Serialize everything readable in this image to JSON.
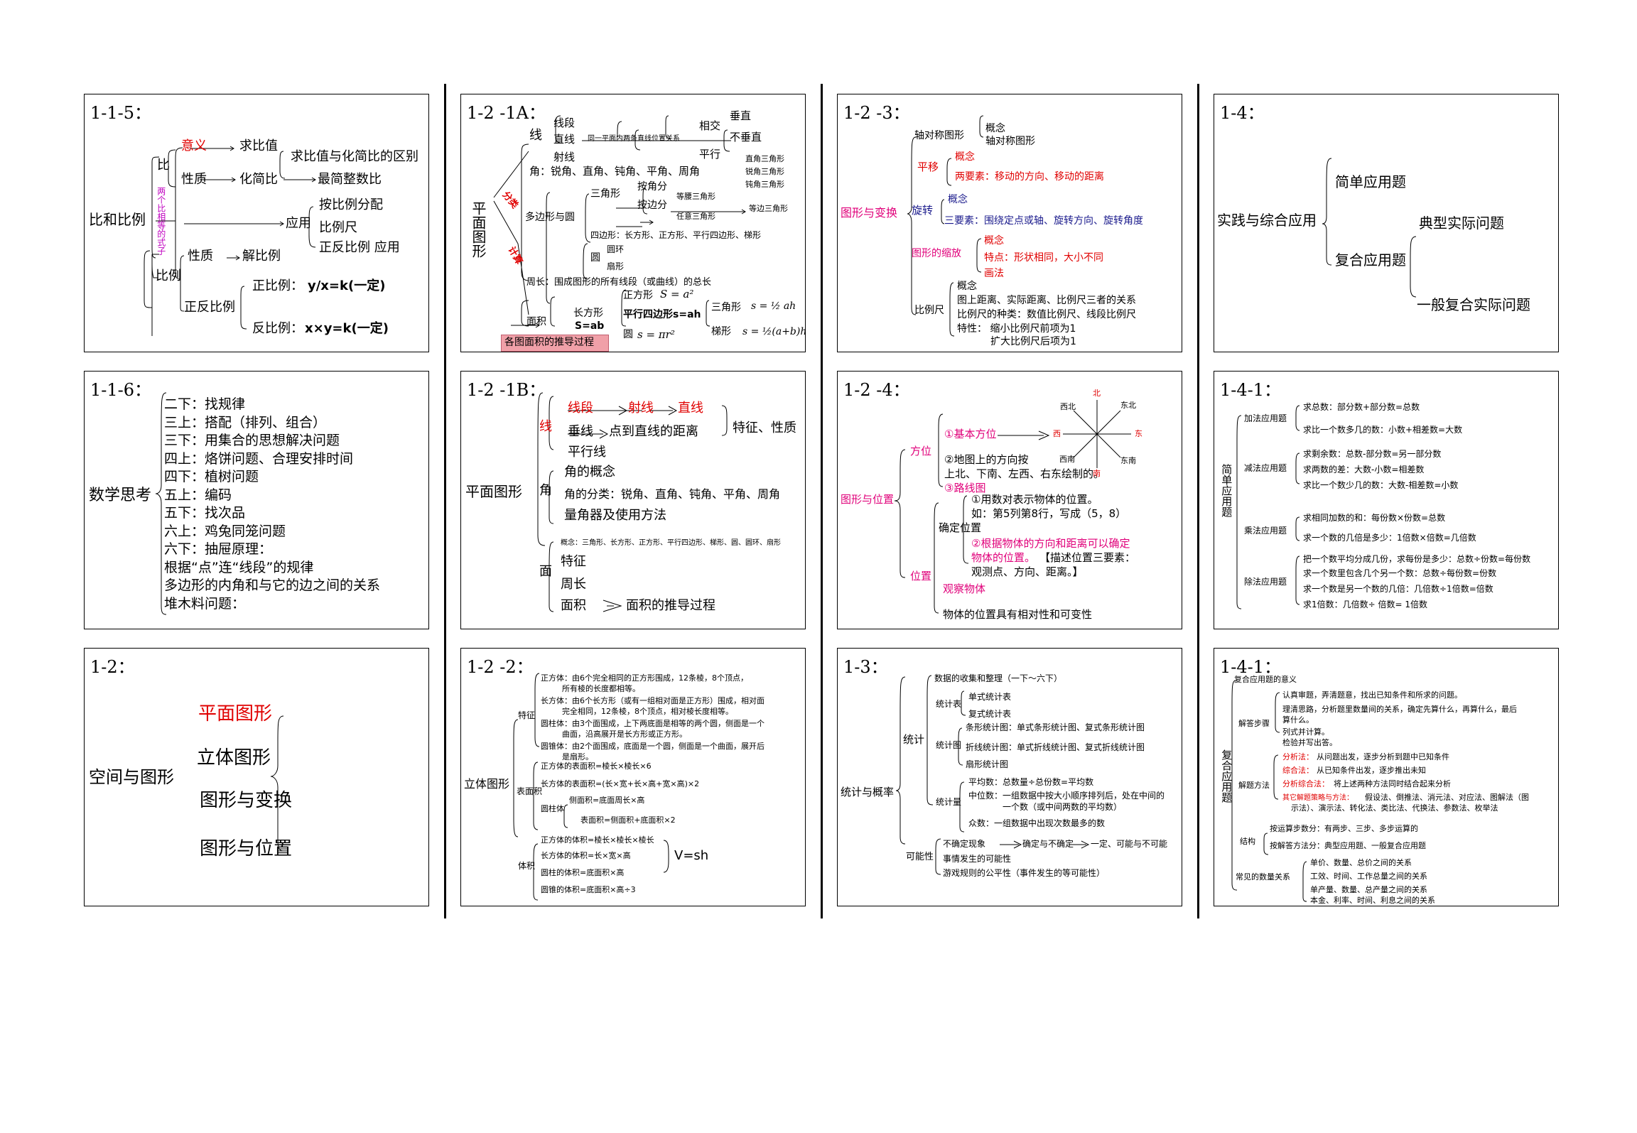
{
  "p115": {
    "title": "1-1-5：",
    "root": "比和比例",
    "bi": "比",
    "vert": "两个比相等的式子",
    "bili": "比例",
    "yiyi": "意义",
    "xingzhi": "性质",
    "qiubizhi": "求比值",
    "huajianbi": "化简比",
    "qubie": "求比值与化简比的区别",
    "zuijian": "最简整数比",
    "yingyong": "应用",
    "anbili": "按比例分配",
    "bilichi": "比例尺",
    "zhengfanyy": "正反比例 应用",
    "xingzhi2": "性质",
    "jiebili": "解比例",
    "zhengfan": "正反比例",
    "zheng_label": "正比例：",
    "zheng_formula": "y/x=k(一定)",
    "fan_label": "反比例：",
    "fan_formula": "x×y=k(一定)"
  },
  "p116": {
    "title": "1-1-6：",
    "root": "数学思考",
    "items": [
      "二下：找规律",
      "三上：搭配（排列、组合）",
      "三下：用集合的思想解决问题",
      "四上：烙饼问题、合理安排时间",
      "四下：植树问题",
      "五上：编码",
      "五下：找次品",
      "六上：鸡兔同笼问题",
      "六下：抽屉原理：",
      "根据“点”连“线段”的规律",
      "多边形的内角和与它的边之间的关系",
      "堆木料问题："
    ]
  },
  "p12": {
    "title": "1-2：",
    "root": "空间与图形",
    "items": [
      "平面图形",
      "立体图形",
      "图形与变换",
      "图形与位置"
    ]
  },
  "p121a": {
    "title": "1-2 -1A：",
    "root": "平面图形",
    "fenlei": "分类",
    "jisuan": "计算",
    "xian": "线",
    "xianduan": "线段",
    "zhixian": "直线",
    "sheixian": "射线",
    "tongyi": "同一平面内两条直线位置关系",
    "xiangjiao": "相交",
    "pingxing": "平行",
    "chuizhi": "垂直",
    "buchuizhi": "不垂直",
    "jiao": "角：锐角、直角、钝角、平角、周角",
    "duobian": "多边形与圆",
    "sanjiao": "三角形",
    "anjiao": "按角分",
    "anbian": "按边分",
    "zhijiao3": "直角三角形",
    "ruijiao3": "锐角三角形",
    "dunjiao3": "钝角三角形",
    "dengyao": "等腰三角形",
    "dengbian": "等边三角形",
    "renyi": "任意三角形",
    "sibian": "四边形：长方形、正方形、平行四边形、梯形",
    "yuan": "圆",
    "yuanhuan": "圆环",
    "shanxing": "扇形",
    "zhouchang": "周长：围成图形的所有线段（或曲线）的总长",
    "mianji": "面积",
    "zhengfang": "正方形",
    "changfang": "长方形",
    "sab": "S=ab",
    "pingxingsi": "平行四边形s=ah",
    "sanjiaoxing": "三角形",
    "tixing": "梯形",
    "yuan2": "圆",
    "f_sq": "S = a²",
    "f_tri": "s = ½ ah",
    "f_cir": "s = πr²",
    "f_trap": "s = ½(a+b)h",
    "pinkbox": "各图面积的推导过程"
  },
  "p121b": {
    "title": "1-2 -1B：",
    "root": "平面图形",
    "xian": "线",
    "xianduan": "线段",
    "sheixian": "射线",
    "zhixian": "直线",
    "chuixian": "垂线",
    "dian": "点到直线的距离",
    "pingxing": "平行线",
    "tezheng": "特征、性质",
    "jiao": "角",
    "gainian": "角的概念",
    "fenlei": "角的分类：锐角、直角、钝角、平角、周角",
    "liangjiao": "量角器及使用方法",
    "mian": "面",
    "mian_gn": "概念：三角形、长方形、正方形、平行四边形、梯形、圆、圆环、扇形",
    "mian_tz": "特征",
    "mian_zc": "周长",
    "mian_mj": "面积",
    "mian_tl": "面积的推导过程"
  },
  "p122": {
    "title": "1-2 -2：",
    "root": "立体图形",
    "tezheng": "特征",
    "biaomianji": "表面积",
    "tiji": "体积",
    "t1a": "正方体：由6个完全相同的正方形围成，12条棱，8个顶点，",
    "t1b": "所有棱的长度都相等。",
    "t2a": "长方体：由6个长方形（或有一组相对面是正方形）围成，相对面",
    "t2b": "完全相同，12条棱，8个顶点，相对棱长度相等。",
    "t3a": "圆柱体：由3个面围成，上下两底面是相等的两个圆，侧面是一个",
    "t3b": "曲面，沿高展开是长方形或正方形。",
    "t4a": "圆锥体：由2个面围成，底面是一个圆，侧面是一个曲面，展开后",
    "t4b": "是扇形。",
    "b1": "正方体的表面积=棱长×棱长×6",
    "b2": "长方体的表面积=(长×宽+长×高+宽×高)×2",
    "b3": "圆柱体",
    "b3a": "侧面积=底面周长×高",
    "b3b": "表面积=侧面积+底面积×2",
    "v1": "正方体的体积=棱长×棱长×棱长",
    "v2": "长方体的体积=长×宽×高",
    "v3": "圆柱的体积=底面积×高",
    "v4": "圆锥的体积=底面积×高÷3",
    "vsh": "V=sh"
  },
  "p123": {
    "title": "1-2 -3：",
    "root": "图形与变换",
    "duichen": "轴对称图形",
    "dc1": "概念",
    "dc2": "轴对称图形",
    "pingyi": "平移",
    "py1": "概念",
    "py2": "两要素：移动的方向、移动的距离",
    "xuanzhuan": "旋转",
    "xz1": "概念",
    "xz2": "三要素：围绕定点或轴、旋转方向、旋转角度",
    "suofang": "图形的缩放",
    "sf1": "概念",
    "sf2": "特点：形状相同，大小不同",
    "sf3": "画法",
    "bilichi": "比例尺",
    "bl1": "概念",
    "bl2": "图上距离、实际距离、比例尺三者的关系",
    "bl3": "比例尺的种类：数值比例尺、线段比例尺",
    "bl4": "特性：  缩小比例尺前项为1",
    "bl5": "扩大比例尺后项为1"
  },
  "p124": {
    "title": "1-2 -4：",
    "root": "图形与位置",
    "fangwei": "方位",
    "weizhi": "位置",
    "fw1": "①基本方位",
    "fw2": "②地图上的方向按",
    "fw2b": "上北、下南、左西、右东绘制的。",
    "fw3": "③路线图",
    "compass": [
      "北",
      "东北",
      "东",
      "东南",
      "南",
      "西南",
      "西",
      "西北"
    ],
    "queding": "确定位置",
    "qd1": "①用数对表示物体的位置。",
    "qd2": "如：第5列第8行，写成（5，8）",
    "qd3a": "②根据物体的方向和距离可以确定",
    "qd3b": "物体的位置。",
    "qd3c": "【描述位置三要素：",
    "qd3d": "观测点、方向、距离。】",
    "guancha": "观察物体",
    "xiangdui": "物体的位置具有相对性和可变性"
  },
  "p13": {
    "title": "1-3：",
    "root": "统计与概率",
    "tongji": "统计",
    "shuju": "数据的收集和整理（一下～六下）",
    "tongjibiao": "统计表",
    "tb1": "单式统计表",
    "tb2": "复式统计表",
    "tongjitu": "统计图",
    "tt1": "条形统计图：单式条形统计图、复式条形统计图",
    "tt2": "折线统计图：单式折线统计图、复式折线统计图",
    "tt3": "扇形统计图",
    "tongjiliang": "统计量",
    "tl1": "平均数：总数量÷总份数=平均数",
    "tl2a": "中位数：一组数据中按大小顺序排列后，处在中间的",
    "tl2b": "一个数（或中间两数的平均数）",
    "tl3": "众数：一组数据中出现次数最多的数",
    "kenengxing": "可能性",
    "k1a": "不确定现象",
    "k1b": "确定与不确定",
    "k1c": "一定、可能与不可能",
    "k2": "事情发生的可能性",
    "k3": "游戏规则的公平性（事件发生的等可能性）"
  },
  "p14": {
    "title": "1-4：",
    "root": "实践与综合应用",
    "jiandan": "简单应用题",
    "fuhe": "复合应用题",
    "dianxing": "典型实际问题",
    "yiban": "一般复合实际问题"
  },
  "p141a": {
    "title": "1-4-1：",
    "root": "简单应用题",
    "jia": "加法应用题",
    "jia1": "求总数：部分数+部分数=总数",
    "jia2": "求比一个数多几的数：小数+相差数=大数",
    "jian": "减法应用题",
    "jian1": "求剩余数：总数-部分数=另一部分数",
    "jian2": "求两数的差：大数-小数=相差数",
    "jian3": "求比一个数少几的数：大数-相差数=小数",
    "cheng": "乘法应用题",
    "cheng1": "求相同加数的和：每份数×份数=总数",
    "cheng2": "求一个数的几倍是多少：1倍数×倍数=几倍数",
    "chu": "除法应用题",
    "chu1": "把一个数平均分成几份，求每份是多少：总数÷份数=每份数",
    "chu2": "求一个数里包含几个另一个数：总数÷每份数=份数",
    "chu3": "求一个数是另一个数的几倍：几倍数÷1倍数=倍数",
    "chu4": "求1倍数：几倍数÷ 倍数= 1倍数"
  },
  "p141b": {
    "title": "1-4-1：",
    "root": "复合应用题",
    "yiyi": "复合应用题的意义",
    "jieda": "解答步骤",
    "jd1": "认真审题，弄清题意，找出已知条件和所求的问题。",
    "jd2a": "理清思路，分析题里数量间的关系，确定先算什么，再算什么，最后",
    "jd2b": "算什么。",
    "jd3": "列式并计算。",
    "jd4": "检验并写出答。",
    "jieti": "解题方法",
    "jt1a": "分析法：",
    "jt1b": "从问题出发，逐步分析到题中已知条件",
    "jt2a": "综合法：",
    "jt2b": "从已知条件出发，逐步推出未知",
    "jt3a": "分析综合法：",
    "jt3b": "将上述两种方法同时结合起来分析",
    "jt4a": "其它解题策略与方法：",
    "jt4b": "假设法、倒推法、消元法、对应法、图解法（图",
    "jt4c": "示法）、演示法、转化法、类比法、代换法、参数法、枚举法",
    "jiegou": "结构",
    "jg1": "按运算步数分：有两步、三步、多步运算的",
    "jg2": "按解答方法分：典型应用题、一般复合应用题",
    "changjian": "常见的数量关系",
    "cj1": "单价、数量、总价之间的关系",
    "cj2": "工效、时间、工作总量之间的关系",
    "cj3": "单产量、数量、总产量之间的关系",
    "cj4": "本金、利率、时间、利息之间的关系"
  }
}
